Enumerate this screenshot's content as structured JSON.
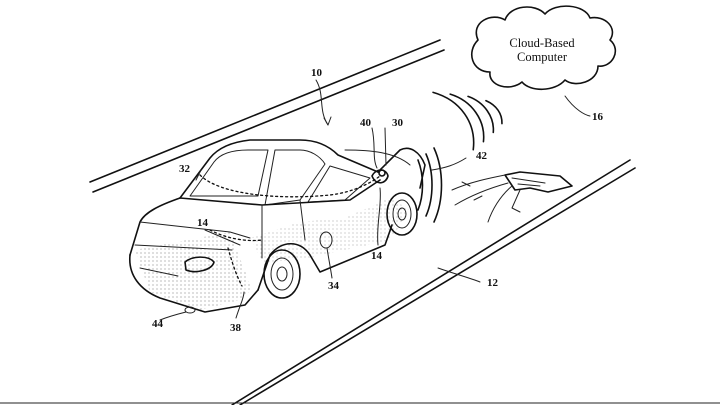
{
  "cloud": {
    "line1": "Cloud-Based",
    "line2": "Computer"
  },
  "labels": {
    "vehicle": "10",
    "road": "12",
    "sensor_right": "14",
    "sensor_left": "14",
    "cloud": "16",
    "sensor_module": "30",
    "wiring": "32",
    "fuel_door": "34",
    "bumper_sensor": "38",
    "mirror": "40",
    "road_debris": "42",
    "rear_bumper": "44"
  }
}
